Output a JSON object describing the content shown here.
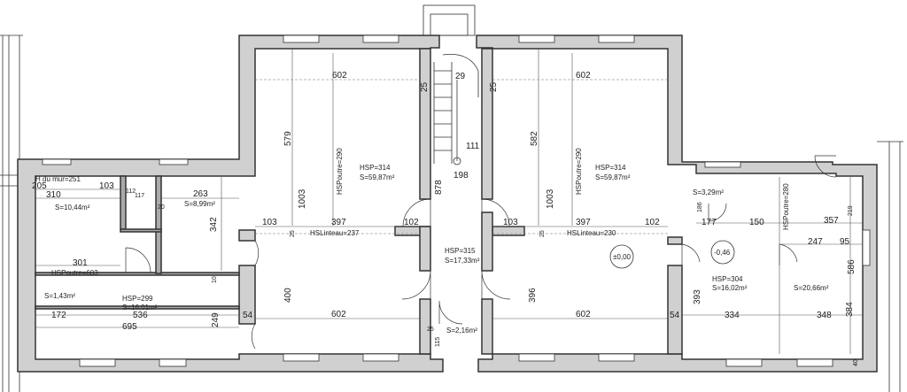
{
  "labels": {
    "ground_left_top": "H du mur=251",
    "d205": "205",
    "d103a": "103",
    "d310": "310",
    "d112": "112",
    "d117": "117",
    "d20": "20",
    "s1044": "S=10,44m²",
    "d263": "263",
    "s899": "S=8,99m²",
    "d301": "301",
    "hsp603": "HSPoutre=603",
    "s143": "S=1,43m²",
    "d10": "10",
    "hsp299": "HSP=299",
    "s1601": "S=16,01m²",
    "d342": "342",
    "d172": "172",
    "d536": "536",
    "d695": "695",
    "d249": "249",
    "d54a": "54",
    "lr_d602_top": "602",
    "lr_d579": "579",
    "lr_hsp290": "HSPoutre=290",
    "lr_hsp314": "HSP=314",
    "lr_s5987": "S=59,87m²",
    "lr_d1003": "1003",
    "lr_d103": "103",
    "lr_d397": "397",
    "lr_d102": "102",
    "lr_d25": "25",
    "lr_hslinteau": "HSLinteau=237",
    "lr_d400": "400",
    "lr_d602_bot": "602",
    "st_d25a": "25",
    "st_d29": "29",
    "st_d25b": "25",
    "st_d111": "111",
    "st_d878": "878",
    "st_d198": "198",
    "st_hsp315": "HSP=315",
    "st_s1733": "S=17,33m²",
    "st_d25c": "25",
    "st_s216": "S=2,16m²",
    "st_d115": "115",
    "rr_d602_top": "602",
    "rr_d582": "582",
    "rr_hsp290": "HSPoutre=290",
    "rr_hsp314": "HSP=314",
    "rr_s5987": "S=59,87m²",
    "rr_d1003": "1003",
    "rr_d103": "103",
    "rr_d397": "397",
    "rr_d102": "102",
    "rr_d25": "25",
    "rr_hslinteau": "HSLinteau=230",
    "rr_level": "±0,00",
    "rr_d396": "396",
    "rr_d602_bot": "602",
    "rr_d54": "54",
    "e_s329": "S=3,29m²",
    "e_d186": "186",
    "e_d177": "177",
    "e_d150": "150",
    "e_hsp280": "HSPoutre=280",
    "e_d357": "357",
    "e_d219": "219",
    "e_level": "-0,46",
    "e_d247": "247",
    "e_d95": "95",
    "e_d586": "586",
    "e_hsp304": "HSP=304",
    "e_s1602": "S=16,02m²",
    "e_d393": "393",
    "e_s2066": "S=20,66m²",
    "e_d334": "334",
    "e_d348": "348",
    "e_d384": "384",
    "e_d40": "40"
  }
}
